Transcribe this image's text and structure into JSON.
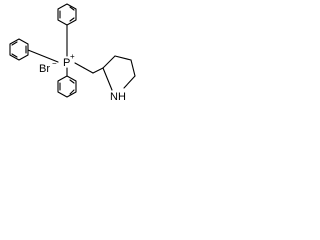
{
  "structure": {
    "atoms": {
      "phosphorus": "P",
      "phosphorus_charge": "+",
      "bromide": "Br",
      "bromide_charge": "−",
      "nitrogen": "NH"
    }
  },
  "colors": {
    "bond": "#000000",
    "text": "#000000",
    "background": "#ffffff"
  }
}
